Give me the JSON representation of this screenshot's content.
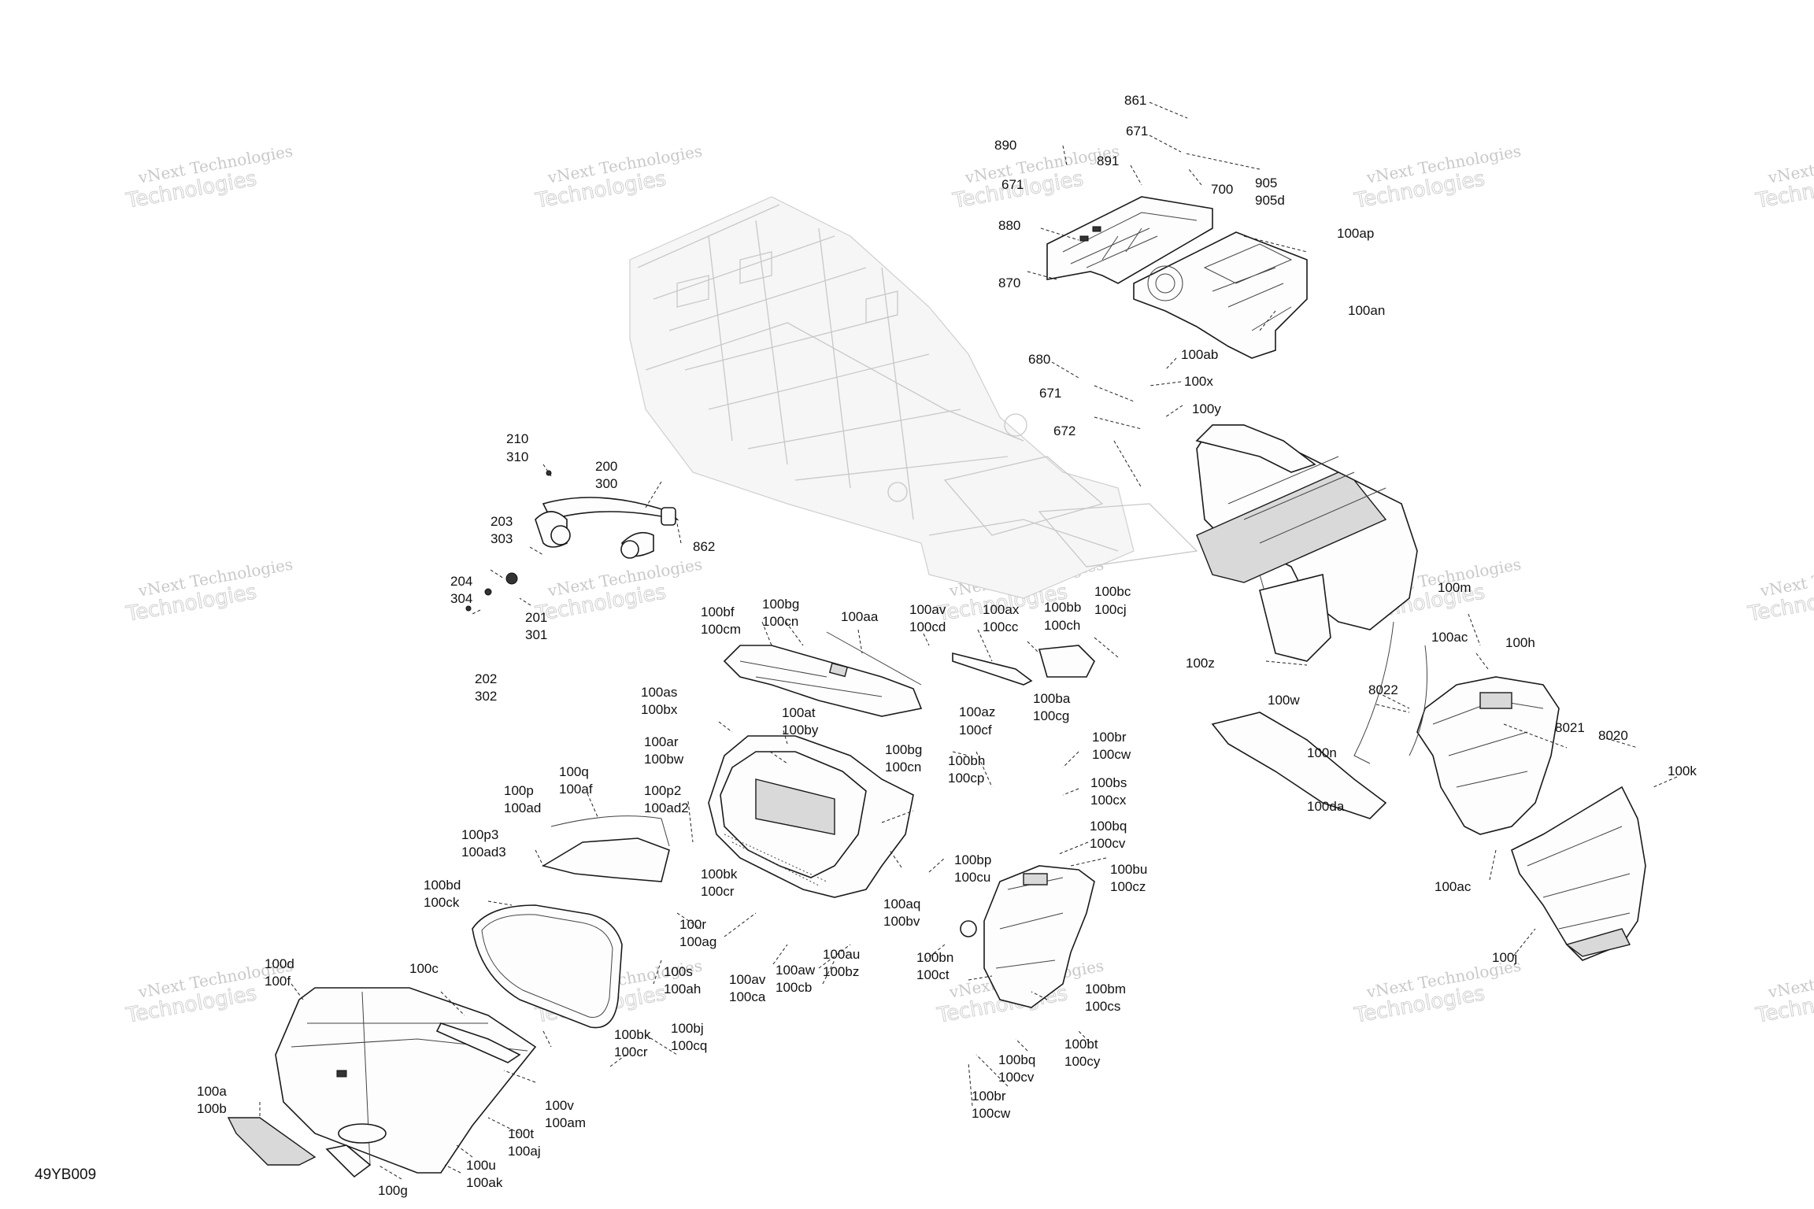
{
  "diagram_code": "49YB009",
  "watermark": {
    "line1": "vNext Technologies",
    "line2": "Technologies"
  },
  "labels": [
    {
      "id": "l861",
      "text": "861"
    },
    {
      "id": "l671a",
      "text": "671"
    },
    {
      "id": "l890",
      "text": "890"
    },
    {
      "id": "l891",
      "text": "891"
    },
    {
      "id": "l671b",
      "text": "671"
    },
    {
      "id": "l905",
      "text": "905"
    },
    {
      "id": "l905d",
      "text": "905d"
    },
    {
      "id": "l700",
      "text": "700"
    },
    {
      "id": "l880",
      "text": "880"
    },
    {
      "id": "l870",
      "text": "870"
    },
    {
      "id": "l100ap",
      "text": "100ap"
    },
    {
      "id": "l100an",
      "text": "100an"
    },
    {
      "id": "l680",
      "text": "680"
    },
    {
      "id": "l100ab",
      "text": "100ab"
    },
    {
      "id": "l671c",
      "text": "671"
    },
    {
      "id": "l100x",
      "text": "100x"
    },
    {
      "id": "l100y",
      "text": "100y"
    },
    {
      "id": "l672",
      "text": "672"
    },
    {
      "id": "l210",
      "text": "210"
    },
    {
      "id": "l310",
      "text": "310"
    },
    {
      "id": "l200",
      "text": "200"
    },
    {
      "id": "l300",
      "text": "300"
    },
    {
      "id": "l203",
      "text": "203"
    },
    {
      "id": "l303",
      "text": "303"
    },
    {
      "id": "l862",
      "text": "862"
    },
    {
      "id": "l204",
      "text": "204"
    },
    {
      "id": "l304",
      "text": "304"
    },
    {
      "id": "l201",
      "text": "201"
    },
    {
      "id": "l301",
      "text": "301"
    },
    {
      "id": "l202",
      "text": "202"
    },
    {
      "id": "l302",
      "text": "302"
    },
    {
      "id": "l100bf",
      "text": "100bf"
    },
    {
      "id": "l100cm",
      "text": "100cm"
    },
    {
      "id": "l100bg",
      "text": "100bg"
    },
    {
      "id": "l100cn",
      "text": "100cn"
    },
    {
      "id": "l100aa",
      "text": "100aa"
    },
    {
      "id": "l100av",
      "text": "100av"
    },
    {
      "id": "l100cd",
      "text": "100cd"
    },
    {
      "id": "l100ax",
      "text": "100ax"
    },
    {
      "id": "l100cc",
      "text": "100cc"
    },
    {
      "id": "l100bb",
      "text": "100bb"
    },
    {
      "id": "l100ch",
      "text": "100ch"
    },
    {
      "id": "l100bc",
      "text": "100bc"
    },
    {
      "id": "l100cj",
      "text": "100cj"
    },
    {
      "id": "l100m",
      "text": "100m"
    },
    {
      "id": "l100ac",
      "text": "100ac"
    },
    {
      "id": "l100h",
      "text": "100h"
    },
    {
      "id": "l100z",
      "text": "100z"
    },
    {
      "id": "l100w",
      "text": "100w"
    },
    {
      "id": "l8022",
      "text": "8022"
    },
    {
      "id": "l100as",
      "text": "100as"
    },
    {
      "id": "l100bx",
      "text": "100bx"
    },
    {
      "id": "l100at",
      "text": "100at"
    },
    {
      "id": "l100by",
      "text": "100by"
    },
    {
      "id": "l100az",
      "text": "100az"
    },
    {
      "id": "l100cf",
      "text": "100cf"
    },
    {
      "id": "l100ba",
      "text": "100ba"
    },
    {
      "id": "l100cg",
      "text": "100cg"
    },
    {
      "id": "l100n",
      "text": "100n"
    },
    {
      "id": "l8021",
      "text": "8021"
    },
    {
      "id": "l8020",
      "text": "8020"
    },
    {
      "id": "l100ar",
      "text": "100ar"
    },
    {
      "id": "l100bw",
      "text": "100bw"
    },
    {
      "id": "l100bg2",
      "text": "100bg"
    },
    {
      "id": "l100cn2",
      "text": "100cn"
    },
    {
      "id": "l100bh",
      "text": "100bh"
    },
    {
      "id": "l100cp",
      "text": "100cp"
    },
    {
      "id": "l100br",
      "text": "100br"
    },
    {
      "id": "l100cw",
      "text": "100cw"
    },
    {
      "id": "l100k",
      "text": "100k"
    },
    {
      "id": "l100q",
      "text": "100q"
    },
    {
      "id": "l100af",
      "text": "100af"
    },
    {
      "id": "l100p",
      "text": "100p"
    },
    {
      "id": "l100ad",
      "text": "100ad"
    },
    {
      "id": "l100p2",
      "text": "100p2"
    },
    {
      "id": "l100ad2",
      "text": "100ad2"
    },
    {
      "id": "l100bs",
      "text": "100bs"
    },
    {
      "id": "l100cx",
      "text": "100cx"
    },
    {
      "id": "l100da",
      "text": "100da"
    },
    {
      "id": "l100p3",
      "text": "100p3"
    },
    {
      "id": "l100ad3",
      "text": "100ad3"
    },
    {
      "id": "l100bq",
      "text": "100bq"
    },
    {
      "id": "l100cv",
      "text": "100cv"
    },
    {
      "id": "l100bp",
      "text": "100bp"
    },
    {
      "id": "l100cu",
      "text": "100cu"
    },
    {
      "id": "l100bu",
      "text": "100bu"
    },
    {
      "id": "l100cz",
      "text": "100cz"
    },
    {
      "id": "l100bk",
      "text": "100bk"
    },
    {
      "id": "l100cr",
      "text": "100cr"
    },
    {
      "id": "l100aq",
      "text": "100aq"
    },
    {
      "id": "l100bv",
      "text": "100bv"
    },
    {
      "id": "l100ac2",
      "text": "100ac"
    },
    {
      "id": "l100bd",
      "text": "100bd"
    },
    {
      "id": "l100ck",
      "text": "100ck"
    },
    {
      "id": "l100r",
      "text": "100r"
    },
    {
      "id": "l100ag",
      "text": "100ag"
    },
    {
      "id": "l100j",
      "text": "100j"
    },
    {
      "id": "l100au",
      "text": "100au"
    },
    {
      "id": "l100bz",
      "text": "100bz"
    },
    {
      "id": "l100aw",
      "text": "100aw"
    },
    {
      "id": "l100cb",
      "text": "100cb"
    },
    {
      "id": "l100bn",
      "text": "100bn"
    },
    {
      "id": "l100ct",
      "text": "100ct"
    },
    {
      "id": "l100s",
      "text": "100s"
    },
    {
      "id": "l100ah",
      "text": "100ah"
    },
    {
      "id": "l100av2",
      "text": "100av"
    },
    {
      "id": "l100ca",
      "text": "100ca"
    },
    {
      "id": "l100d",
      "text": "100d"
    },
    {
      "id": "l100f",
      "text": "100f"
    },
    {
      "id": "l100c",
      "text": "100c"
    },
    {
      "id": "l100bm",
      "text": "100bm"
    },
    {
      "id": "l100cs",
      "text": "100cs"
    },
    {
      "id": "l100bk2",
      "text": "100bk"
    },
    {
      "id": "l100cr2",
      "text": "100cr"
    },
    {
      "id": "l100bj",
      "text": "100bj"
    },
    {
      "id": "l100cq",
      "text": "100cq"
    },
    {
      "id": "l100bt",
      "text": "100bt"
    },
    {
      "id": "l100cy",
      "text": "100cy"
    },
    {
      "id": "l100bq2",
      "text": "100bq"
    },
    {
      "id": "l100cv2",
      "text": "100cv"
    },
    {
      "id": "l100br2",
      "text": "100br"
    },
    {
      "id": "l100cw2",
      "text": "100cw"
    },
    {
      "id": "l100v",
      "text": "100v"
    },
    {
      "id": "l100am",
      "text": "100am"
    },
    {
      "id": "l100a",
      "text": "100a"
    },
    {
      "id": "l100b",
      "text": "100b"
    },
    {
      "id": "l100t",
      "text": "100t"
    },
    {
      "id": "l100aj",
      "text": "100aj"
    },
    {
      "id": "l100u",
      "text": "100u"
    },
    {
      "id": "l100ak",
      "text": "100ak"
    },
    {
      "id": "l100g",
      "text": "100g"
    }
  ]
}
